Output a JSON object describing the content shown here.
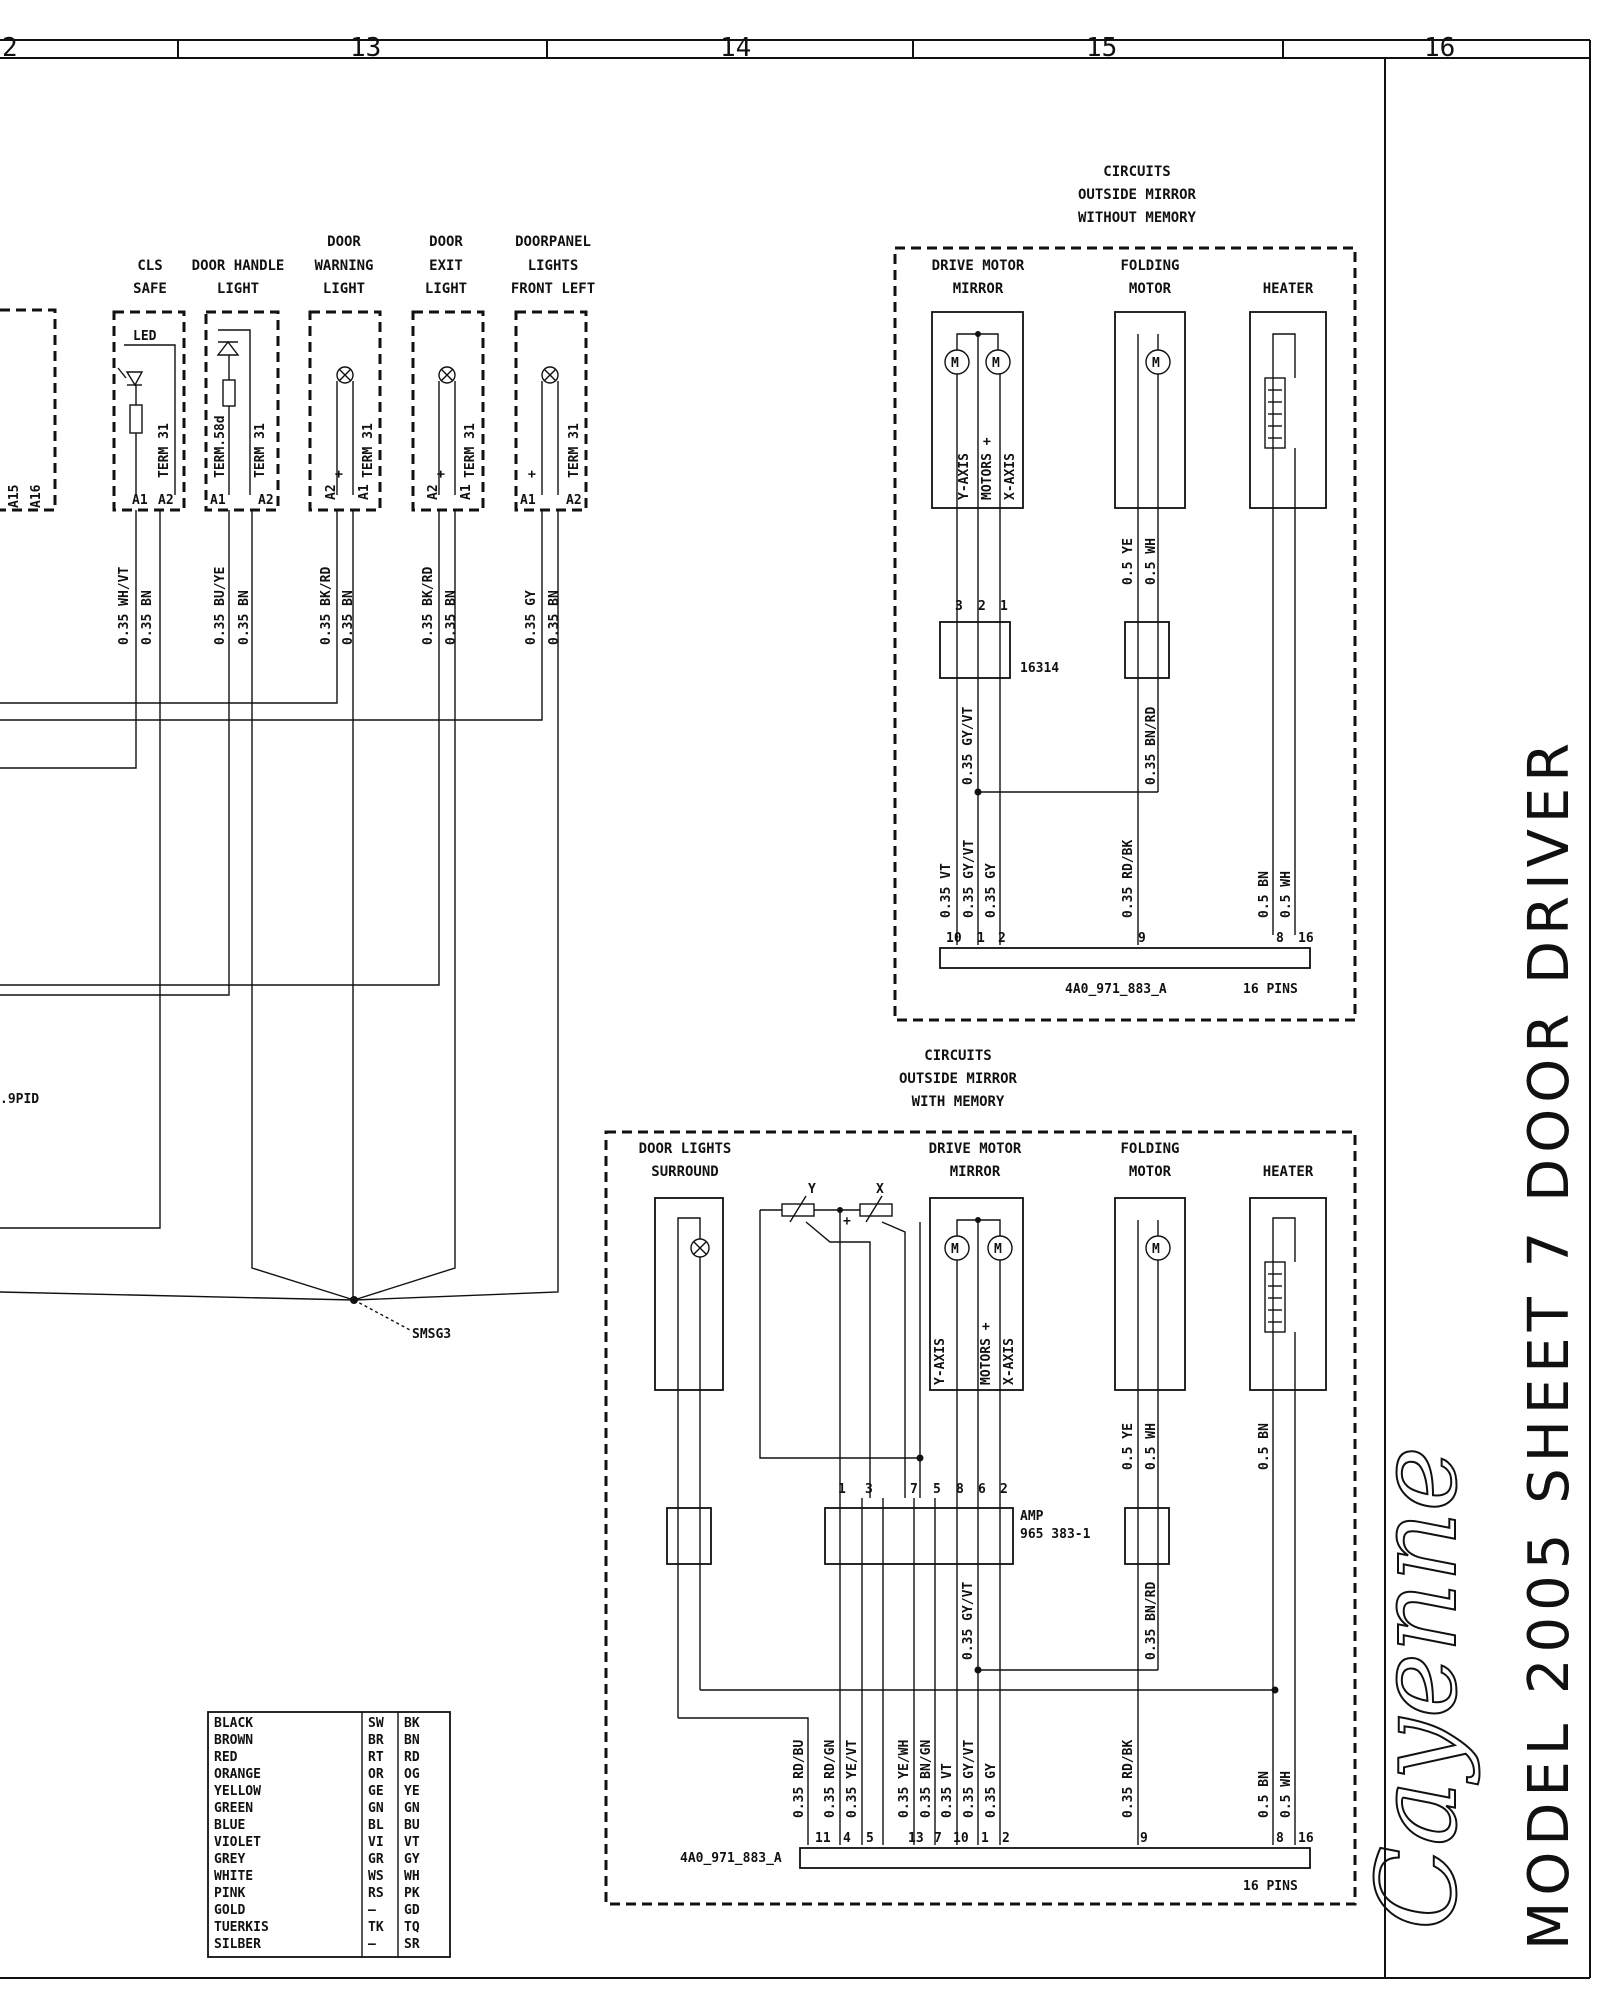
{
  "sheet": {
    "column_numbers": [
      "2",
      "13",
      "14",
      "15",
      "16"
    ],
    "title_side": "MODEL 2005  SHEET 7  DOOR DRIVER",
    "brand_script": "Cayenne"
  },
  "left_components": [
    {
      "id": "cls",
      "title_lines": [
        "CLS",
        "SAFE"
      ],
      "inner_label": "LED",
      "pins": [
        "A1",
        "A2"
      ],
      "terms": [
        "TERM 31"
      ],
      "wires": [
        "0.35 WH/VT",
        "0.35 BN"
      ]
    },
    {
      "id": "door-handle",
      "title_lines": [
        "DOOR HANDLE",
        "LIGHT"
      ],
      "pins": [
        "A1",
        "A2"
      ],
      "terms": [
        "TERM.58d",
        "TERM 31"
      ],
      "wires": [
        "0.35 BU/YE",
        "0.35 BN"
      ]
    },
    {
      "id": "door-warning",
      "title_lines": [
        "DOOR",
        "WARNING",
        "LIGHT"
      ],
      "pins": [
        "A2",
        "A1"
      ],
      "terms": [
        "+",
        "TERM 31"
      ],
      "wires": [
        "0.35 BK/RD",
        "0.35 BN"
      ]
    },
    {
      "id": "door-exit",
      "title_lines": [
        "DOOR",
        "EXIT",
        "LIGHT"
      ],
      "pins": [
        "A2",
        "A1"
      ],
      "terms": [
        "+",
        "TERM 31"
      ],
      "wires": [
        "0.35 BK/RD",
        "0.35 BN"
      ]
    },
    {
      "id": "doorpanel",
      "title_lines": [
        "DOORPANEL",
        "LIGHTS",
        "FRONT LEFT"
      ],
      "pins": [
        "A1",
        "A2"
      ],
      "terms": [
        "+",
        "TERM 31"
      ],
      "wires": [
        "0.35 GY",
        "0.35 BN"
      ]
    }
  ],
  "left_misc": {
    "pin_a15": "A15",
    "pin_a16": "A16",
    "spid_label": ".9PID",
    "splice_label": "SMSG3"
  },
  "upper_group": {
    "title_lines": [
      "CIRCUITS",
      "OUTSIDE MIRROR",
      "WITHOUT MEMORY"
    ],
    "drive_motor": [
      "DRIVE MOTOR",
      "MIRROR"
    ],
    "folding_motor": [
      "FOLDING",
      "MOTOR"
    ],
    "heater": "HEATER",
    "motor_pins": [
      "Y-AXIS",
      "MOTORS +",
      "X-AXIS"
    ],
    "conn_pins": [
      "3",
      "2",
      "1"
    ],
    "conn_id": "16314",
    "wires_upper_folding": [
      "0.5 YE",
      "0.5 WH"
    ],
    "wire_gyvt": "0.35 GY/VT",
    "wire_bnrd": "0.35 BN/RD",
    "bottom_wires": [
      "0.35 VT",
      "0.35 GY/VT",
      "0.35 GY",
      "0.35 RD/BK",
      "0.5 BN",
      "0.5 WH"
    ],
    "bottom_pins": [
      "10",
      "1",
      "2",
      "9",
      "8",
      "16"
    ],
    "connector_part": "4A0_971_883_A",
    "connector_pins": "16 PINS"
  },
  "lower_group": {
    "title_lines": [
      "CIRCUITS",
      "OUTSIDE MIRROR",
      "WITH MEMORY"
    ],
    "door_lights": [
      "DOOR LIGHTS",
      "SURROUND"
    ],
    "drive_motor": [
      "DRIVE MOTOR",
      "MIRROR"
    ],
    "folding_motor": [
      "FOLDING",
      "MOTOR"
    ],
    "heater": "HEATER",
    "sensor_y": "Y",
    "sensor_x": "X",
    "motor_pins": [
      "Y-AXIS",
      "MOTORS +",
      "X-AXIS"
    ],
    "amp_pins": [
      "1",
      "3",
      "7",
      "5",
      "8",
      "6",
      "2"
    ],
    "amp_label": [
      "AMP",
      "965 383-1"
    ],
    "wires_folding": [
      "0.5 YE",
      "0.5 WH"
    ],
    "wire_heater": "0.5 BN",
    "wire_gyvt": "0.35 GY/VT",
    "wire_bnrd": "0.35 BN/RD",
    "bottom_wires": [
      "0.35 RD/BU",
      "0.35 RD/GN",
      "0.35 YE/VT",
      "0.35 YE/WH",
      "0.35 BN/GN",
      "0.35 VT",
      "0.35 GY/VT",
      "0.35 GY",
      "0.35 RD/BK",
      "0.5 BN",
      "0.5 WH"
    ],
    "bottom_pins": [
      "11",
      "4",
      "5",
      "13",
      "7",
      "10",
      "1",
      "2",
      "9",
      "8",
      "16"
    ],
    "connector_part": "4A0_971_883_A",
    "connector_pins": "16 PINS"
  },
  "color_legend": [
    [
      "BLACK",
      "SW",
      "BK"
    ],
    [
      "BROWN",
      "BR",
      "BN"
    ],
    [
      "RED",
      "RT",
      "RD"
    ],
    [
      "ORANGE",
      "OR",
      "OG"
    ],
    [
      "YELLOW",
      "GE",
      "YE"
    ],
    [
      "GREEN",
      "GN",
      "GN"
    ],
    [
      "BLUE",
      "BL",
      "BU"
    ],
    [
      "VIOLET",
      "VI",
      "VT"
    ],
    [
      "GREY",
      "GR",
      "GY"
    ],
    [
      "WHITE",
      "WS",
      "WH"
    ],
    [
      "PINK",
      "RS",
      "PK"
    ],
    [
      "GOLD",
      "—",
      "GD"
    ],
    [
      "TUERKIS",
      "TK",
      "TQ"
    ],
    [
      "SILBER",
      "—",
      "SR"
    ]
  ]
}
